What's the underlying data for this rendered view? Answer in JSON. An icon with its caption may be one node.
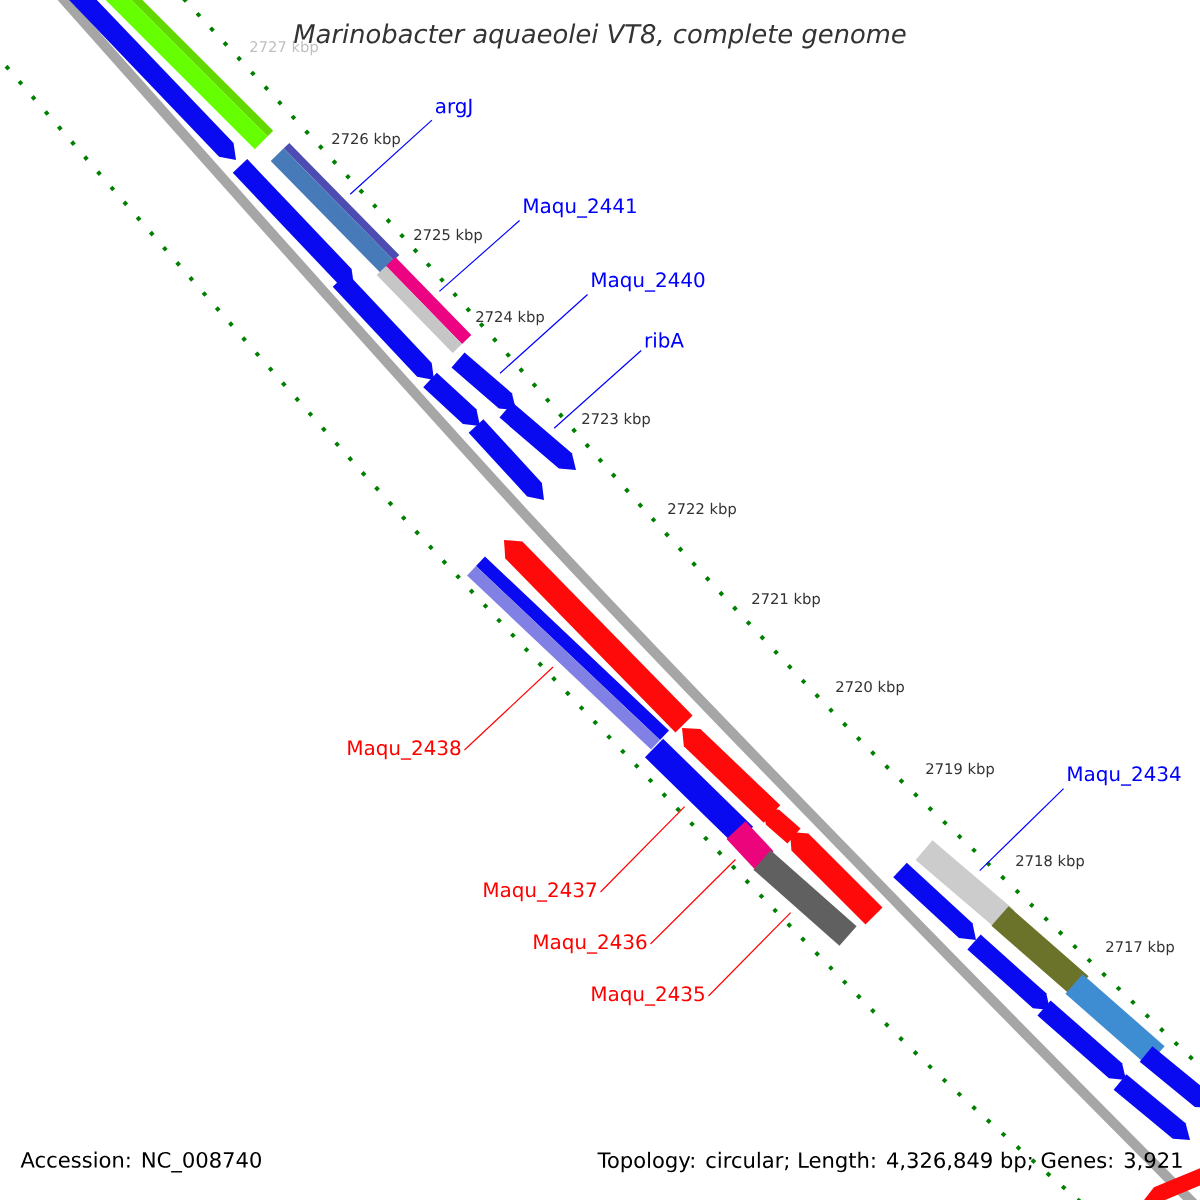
{
  "diagram": {
    "title": "Marinobacter aquaeolei VT8, complete genome",
    "nodes": [
      {
        "text": [
          "argJ"
        ]
      },
      {
        "text": [
          "Maqu_2441"
        ]
      },
      {
        "text": [
          "Maqu_2440"
        ]
      },
      {
        "text": [
          "ribA"
        ]
      },
      {
        "text": [
          "Maqu_2438"
        ]
      },
      {
        "text": [
          "Maqu_2434"
        ]
      },
      {
        "text": [
          "Maqu_2437"
        ]
      },
      {
        "text": [
          "Maqu_2436"
        ]
      },
      {
        "text": [
          "Maqu_2435"
        ]
      },
      {
        "text": [],
        "shape": "arrow"
      },
      {
        "text": [],
        "shape": "bar"
      },
      {
        "text": [],
        "shape": "bar"
      },
      {
        "text": [],
        "shape": "arrow"
      },
      {
        "text": [],
        "shape": "bar"
      },
      {
        "text": [],
        "shape": "arrow"
      },
      {
        "text": [],
        "shape": "arrow"
      },
      {
        "text": [],
        "shape": "arrow"
      },
      {
        "text": [],
        "shape": "arrow"
      },
      {
        "text": [],
        "shape": "arrow"
      },
      {
        "text": [],
        "shape": "arrow"
      },
      {
        "text": [],
        "shape": "bar"
      },
      {
        "text": [],
        "shape": "arrow"
      },
      {
        "text": [],
        "shape": "bar"
      },
      {
        "text": [],
        "shape": "arrow"
      },
      {
        "text": [],
        "shape": "bar"
      },
      {
        "text": [],
        "shape": "arrow"
      },
      {
        "text": [],
        "shape": "bar"
      },
      {
        "text": [],
        "shape": "bar"
      },
      {
        "text": [],
        "shape": "arrow"
      },
      {
        "text": [],
        "shape": "bar"
      },
      {
        "text": [],
        "shape": "arrow"
      },
      {
        "text": [],
        "shape": "bar"
      },
      {
        "text": [],
        "shape": "arrow"
      },
      {
        "text": [],
        "shape": "arrow"
      },
      {
        "text": [],
        "shape": "arrow"
      },
      {
        "text": [],
        "shape": "arrow"
      }
    ],
    "edges": [
      {
        "from": 0,
        "to": 11,
        "arrow": "none",
        "color": "#0000ff"
      },
      {
        "from": 1,
        "to": 13,
        "arrow": "none",
        "color": "#0000ff"
      },
      {
        "from": 2,
        "to": 15,
        "arrow": "none",
        "color": "#0000ff"
      },
      {
        "from": 3,
        "to": 17,
        "arrow": "none",
        "color": "#0000ff"
      },
      {
        "from": 4,
        "to": 20,
        "arrow": "none",
        "color": "#ff0000"
      },
      {
        "from": 5,
        "to": 26,
        "arrow": "none",
        "color": "#0000ff"
      },
      {
        "from": 6,
        "to": 22,
        "arrow": "none",
        "color": "#ff0000"
      },
      {
        "from": 7,
        "to": 24,
        "arrow": "none",
        "color": "#ff0000"
      },
      {
        "from": 8,
        "to": 27,
        "arrow": "none",
        "color": "#ff0000"
      }
    ],
    "labels": [
      "2727 kbp",
      "2726 kbp",
      "2725 kbp",
      "2724 kbp",
      "2723 kbp",
      "2722 kbp",
      "2721 kbp",
      "2720 kbp",
      "2719 kbp",
      "2718 kbp",
      "2717 kbp",
      "Accession: NC_008740",
      "Topology: circular; Length: 4,326,849 bp; Genes: 3,921"
    ]
  }
}
